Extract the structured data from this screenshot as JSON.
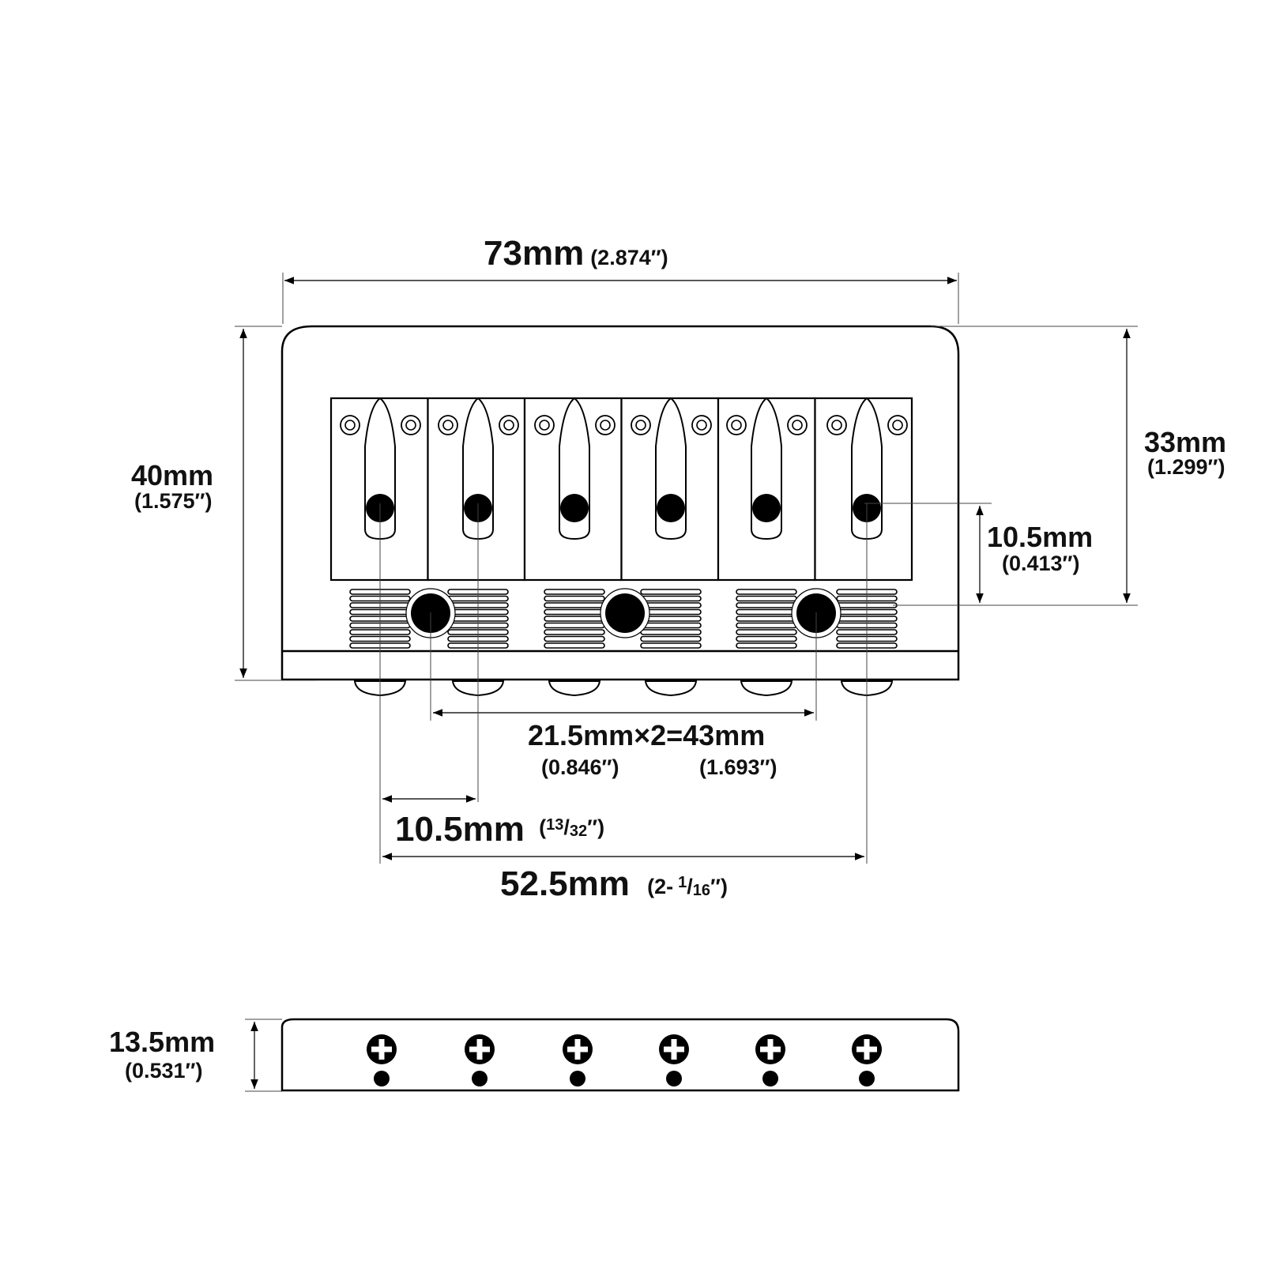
{
  "dimensions": {
    "overall_width": {
      "value": "73mm",
      "inch": "(2.874″)"
    },
    "overall_height": {
      "value": "40mm",
      "inch": "(1.575″)"
    },
    "saddle_height": {
      "value": "33mm",
      "inch": "(1.299″)"
    },
    "saddle_hole_offset": {
      "value": "10.5mm",
      "inch": "(0.413″)"
    },
    "mount_spacing": {
      "value": "21.5mm×2=43mm",
      "inch_a": "(0.846″)",
      "inch_b": "(1.693″)"
    },
    "string_spacing": {
      "value": "10.5mm",
      "inch_open": "(",
      "inch_num": "13",
      "inch_sep": "/",
      "inch_den": "32",
      "inch_close": "″)"
    },
    "outer_string_spacing": {
      "value": "52.5mm",
      "inch_open": "(2-",
      "inch_num": "1",
      "inch_sep": "/",
      "inch_den": "16",
      "inch_close": "″)"
    },
    "side_height": {
      "value": "13.5mm",
      "inch": "(0.531″)"
    }
  },
  "parts": {
    "saddle_count": 6,
    "mounting_hole_count": 3,
    "side_view_screw_count": 6
  }
}
